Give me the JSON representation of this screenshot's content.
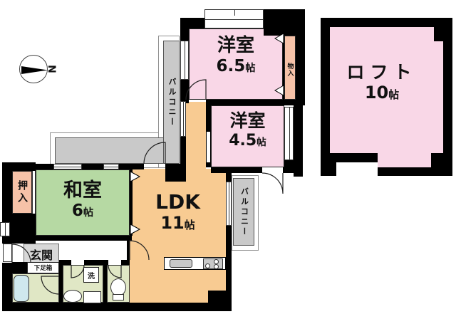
{
  "compass": {
    "label": "N"
  },
  "rooms": {
    "western_6_5": {
      "name": "洋室",
      "size_num": "6.5",
      "size_unit": "帖"
    },
    "western_4_5": {
      "name": "洋室",
      "size_num": "4.5",
      "size_unit": "帖"
    },
    "loft": {
      "name": "ロフト",
      "size_num": "10",
      "size_unit": "帖"
    },
    "japanese_6": {
      "name": "和室",
      "size_num": "6",
      "size_unit": "帖"
    },
    "ldk": {
      "name": "LDK",
      "size_num": "11",
      "size_unit": "帖"
    },
    "entrance": {
      "name": "玄関"
    },
    "shoe_box": {
      "name": "下足箱"
    },
    "closet_oshiire": {
      "name": "押入"
    },
    "storage_monoire": {
      "name": "物入"
    },
    "balcony_west": {
      "name": "バルコニー"
    },
    "balcony_south": {
      "name": "バルコニー"
    },
    "laundry": {
      "name": "洗"
    }
  },
  "colors": {
    "room_pink": "#f9d7e7",
    "closet_salmon": "#f6c2a8",
    "tatami_green": "#b6d9a3",
    "ldk_orange": "#f8cb92",
    "balcony_gray": "#c9c9c9",
    "entrance_gray": "#d8d8d8",
    "bath_green": "#e0e7c5",
    "tub_blue": "#cfe8ee",
    "wall": "#000000"
  }
}
